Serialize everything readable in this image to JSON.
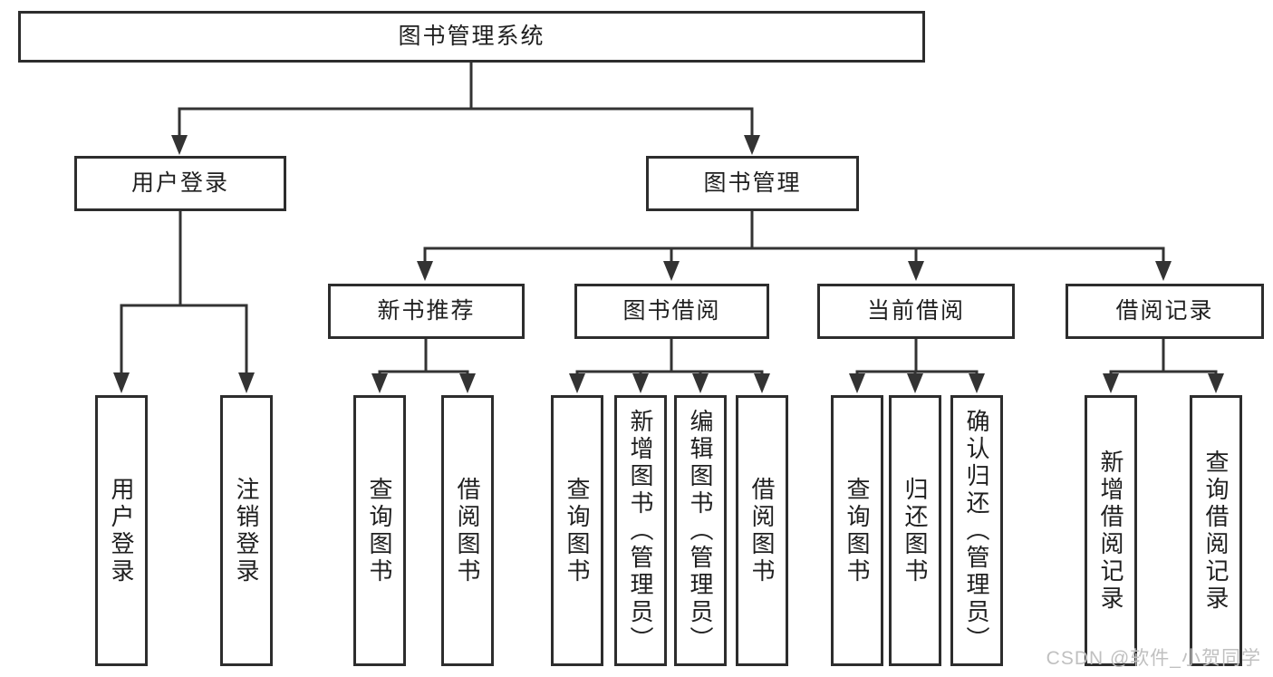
{
  "tree": {
    "root": {
      "label": "图书管理系统",
      "children": [
        {
          "label": "用户登录",
          "children": [
            {
              "label": "用户登录"
            },
            {
              "label": "注销登录"
            }
          ]
        },
        {
          "label": "图书管理",
          "children": [
            {
              "label": "新书推荐",
              "children": [
                {
                  "label": "查询图书"
                },
                {
                  "label": "借阅图书"
                }
              ]
            },
            {
              "label": "图书借阅",
              "children": [
                {
                  "label": "查询图书"
                },
                {
                  "label": "新增图书（管理员）"
                },
                {
                  "label": "编辑图书（管理员）"
                },
                {
                  "label": "借阅图书"
                }
              ]
            },
            {
              "label": "当前借阅",
              "children": [
                {
                  "label": "查询图书"
                },
                {
                  "label": "归还图书"
                },
                {
                  "label": "确认归还（管理员）"
                }
              ]
            },
            {
              "label": "借阅记录",
              "children": [
                {
                  "label": "新增借阅记录"
                },
                {
                  "label": "查询借阅记录"
                }
              ]
            }
          ]
        }
      ]
    }
  },
  "watermark": {
    "text": "CSDN @软件_小贺同学"
  },
  "colors": {
    "line": "#333333",
    "box_border": "#2d2d2d",
    "text": "#1f1f1f",
    "watermark": "#c0c0c0",
    "background": "#ffffff"
  }
}
